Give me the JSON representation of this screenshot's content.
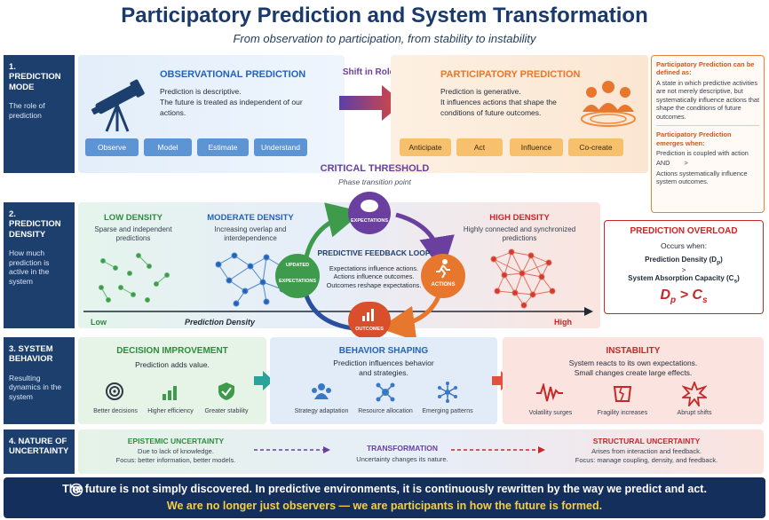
{
  "title": "Participatory Prediction and System Transformation",
  "subtitle": "From observation to participation, from stability to instability",
  "rows": [
    {
      "title": "1. PREDICTION MODE",
      "sub": "The role of prediction"
    },
    {
      "title": "2. PREDICTION DENSITY",
      "sub": "How much prediction is active in the system"
    },
    {
      "title": "3. SYSTEM BEHAVIOR",
      "sub": "Resulting dynamics in the system"
    },
    {
      "title": "4. NATURE OF UNCERTAINTY",
      "sub": ""
    }
  ],
  "observational": {
    "title": "OBSERVATIONAL PREDICTION",
    "line1": "Prediction is descriptive.",
    "line2": "The future is treated as independent of our actions.",
    "chips": [
      "Observe",
      "Model",
      "Estimate",
      "Understand"
    ]
  },
  "shift_label": "Shift in Role",
  "participatory": {
    "title": "PARTICIPATORY PREDICTION",
    "line1": "Prediction is generative.",
    "line2": "It influences actions that shape the conditions of future outcomes.",
    "chips": [
      "Anticipate",
      "Act",
      "Influence",
      "Co-create"
    ]
  },
  "definition": {
    "h1": "Participatory Prediction can be defined as:",
    "t1": "A state in which predictive activities are not merely descriptive, but systematically influence actions that shape the conditions of future outcomes.",
    "h2": "Participatory Prediction emerges when:",
    "t2a": "Prediction is coupled with action",
    "t2b": "AND",
    "t2c": ">",
    "t2d": "Actions systematically influence system outcomes."
  },
  "threshold": {
    "title": "CRITICAL THRESHOLD",
    "sub": "Phase transition point"
  },
  "loop": {
    "title": "PREDICTIVE FEEDBACK LOOP",
    "l1": "Expectations influence actions.",
    "l2": "Actions influence outcomes.",
    "l3": "Outcomes reshape expectations.",
    "nodes": {
      "top": "EXPECTATIONS",
      "left_a": "UPDATED",
      "left_b": "EXPECTATIONS",
      "right": "ACTIONS",
      "bottom": "OUTCOMES"
    }
  },
  "density": {
    "low_title": "LOW DENSITY",
    "low_sub": "Sparse and independent predictions",
    "mod_title": "MODERATE DENSITY",
    "mod_sub": "Increasing overlap and interdependence",
    "high_title": "HIGH DENSITY",
    "high_sub": "Highly connected and synchronized predictions",
    "axis_low": "Low",
    "axis_label": "Prediction Density",
    "axis_high": "High"
  },
  "overload": {
    "title": "PREDICTION OVERLOAD",
    "occurs": "Occurs when:",
    "pd": "Prediction Density (D",
    "pd_sub": "p",
    "gt": ">",
    "sac": "System Absorption Capacity (C",
    "sac_sub": "s",
    "close": ")",
    "formula_d": "D",
    "formula_p": "p",
    "formula_gt": " > ",
    "formula_c": "C",
    "formula_s": "s"
  },
  "decision": {
    "title": "DECISION IMPROVEMENT",
    "sub": "Prediction adds value.",
    "icons": [
      "Better decisions",
      "Higher efficiency",
      "Greater stability"
    ]
  },
  "behavior": {
    "title": "BEHAVIOR SHAPING",
    "sub1": "Prediction influences behavior",
    "sub2": "and strategies.",
    "icons": [
      "Strategy adaptation",
      "Resource allocation",
      "Emerging patterns"
    ]
  },
  "instability": {
    "title": "INSTABILITY",
    "sub1": "System reacts to its own expectations.",
    "sub2": "Small changes create large effects.",
    "icons": [
      "Volatility surges",
      "Fragility increases",
      "Abrupt shifts"
    ]
  },
  "uncertainty": {
    "ep_title": "EPISTEMIC UNCERTAINTY",
    "ep1": "Due to lack of knowledge.",
    "ep2": "Focus: better information, better models.",
    "tr_title": "TRANSFORMATION",
    "tr1": "Uncertainty changes its nature.",
    "st_title": "STRUCTURAL UNCERTAINTY",
    "st1": "Arises from interaction and feedback.",
    "st2": "Focus: manage coupling, density, and feedback."
  },
  "footer": {
    "line1": "The future is not simply discovered. In predictive environments, it is continuously rewritten by the way we predict and act.",
    "line2": "We are no longer just observers — we are participants in how the future is formed."
  },
  "colors": {
    "navy": "#1c3f6e",
    "blue": "#2563b8",
    "orange": "#e8772e",
    "green": "#2e8b3e",
    "red": "#c62828",
    "purple": "#6a3fa0"
  }
}
